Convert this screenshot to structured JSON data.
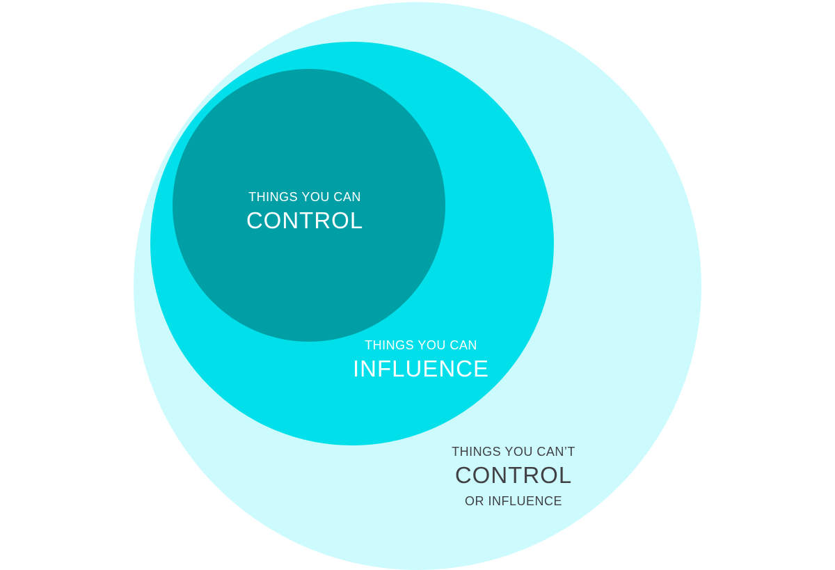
{
  "colors": {
    "outer_circle": "#cdfbfd",
    "middle_circle": "#00dfea",
    "inner_circle": "#009fa6",
    "light_text": "#ffffff",
    "dark_text": "#404045"
  },
  "inner": {
    "line1": "THINGS YOU CAN",
    "line2": "CONTROL"
  },
  "middle": {
    "line1": "THINGS YOU CAN",
    "line2": "INFLUENCE"
  },
  "outer": {
    "line1": "THINGS YOU CAN’T",
    "line2": "CONTROL",
    "line3": "OR INFLUENCE"
  }
}
